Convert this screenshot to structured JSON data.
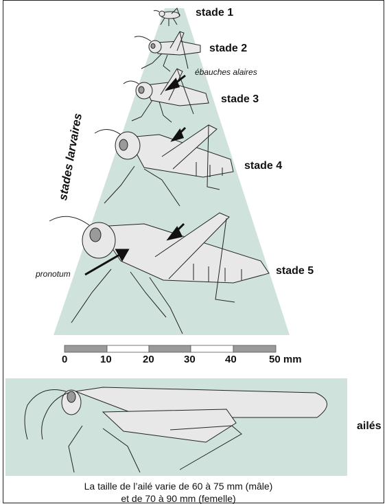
{
  "colors": {
    "background_shape": "#cfe3dc",
    "insect_fill": "#e8e8e8",
    "insect_outline": "#222222",
    "eye_fill": "#9a9a9a",
    "scale_dark": "#9a9a9a",
    "scale_light": "#ffffff"
  },
  "stages": [
    {
      "label": "stade 1"
    },
    {
      "label": "stade 2"
    },
    {
      "label": "stade 3"
    },
    {
      "label": "stade 4"
    },
    {
      "label": "stade 5"
    }
  ],
  "annotations": {
    "wing_buds": "ébauches alaires",
    "pronotum": "pronotum",
    "larval_stages": "stades larvaires"
  },
  "scale": {
    "ticks": [
      "0",
      "10",
      "20",
      "30",
      "40",
      "50 mm"
    ]
  },
  "adult": {
    "label": "ailés",
    "caption_line1": "La taille de l’ailé varie de 60 à 75 mm (mâle)",
    "caption_line2": "et de 70 à 90 mm (femelle)"
  }
}
